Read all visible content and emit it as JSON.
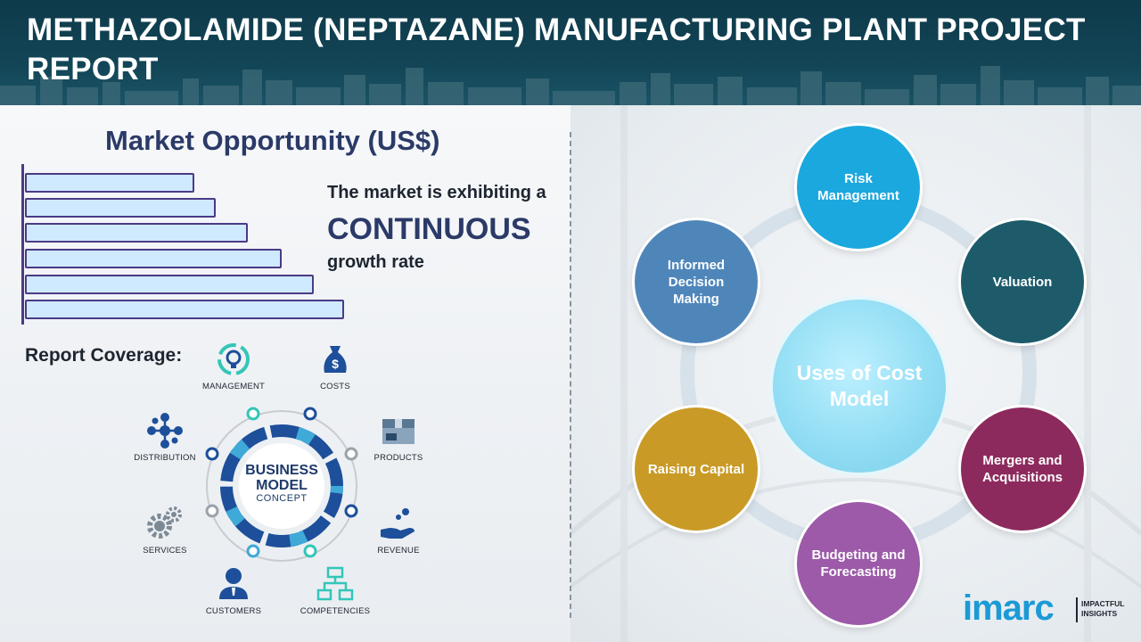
{
  "header": {
    "title": "METHAZOLAMIDE (NEPTAZANE) MANUFACTURING PLANT PROJECT REPORT"
  },
  "market": {
    "title": "Market Opportunity (US$)",
    "line1": "The market is exhibiting a",
    "line2": "CONTINUOUS",
    "line3": "growth rate"
  },
  "coverage": {
    "label": "Report Coverage:",
    "center_line1": "BUSINESS",
    "center_line2": "MODEL",
    "center_line3": "CONCEPT",
    "items": [
      {
        "label": "MANAGEMENT",
        "icon": "management-icon"
      },
      {
        "label": "COSTS",
        "icon": "money-bag-icon"
      },
      {
        "label": "DISTRIBUTION",
        "icon": "network-icon"
      },
      {
        "label": "PRODUCTS",
        "icon": "boxes-icon"
      },
      {
        "label": "SERVICES",
        "icon": "gears-icon"
      },
      {
        "label": "REVENUE",
        "icon": "hand-coins-icon"
      },
      {
        "label": "CUSTOMERS",
        "icon": "customer-icon"
      },
      {
        "label": "COMPETENCIES",
        "icon": "hierarchy-icon"
      }
    ]
  },
  "cost_model": {
    "center": "Uses of Cost Model",
    "nodes": [
      {
        "label": "Risk Management",
        "color": "#1ba8de"
      },
      {
        "label": "Valuation",
        "color": "#1d5b6b"
      },
      {
        "label": "Mergers and Acquisitions",
        "color": "#8d2a5d"
      },
      {
        "label": "Budgeting and Forecasting",
        "color": "#9c5aa8"
      },
      {
        "label": "Raising Capital",
        "color": "#c99a26"
      },
      {
        "label": "Informed Decision Making",
        "color": "#4f86ba"
      }
    ]
  },
  "logo": {
    "word": "imarc",
    "tag_line1": "IMPACTFUL",
    "tag_line2": "INSIGHTS"
  }
}
